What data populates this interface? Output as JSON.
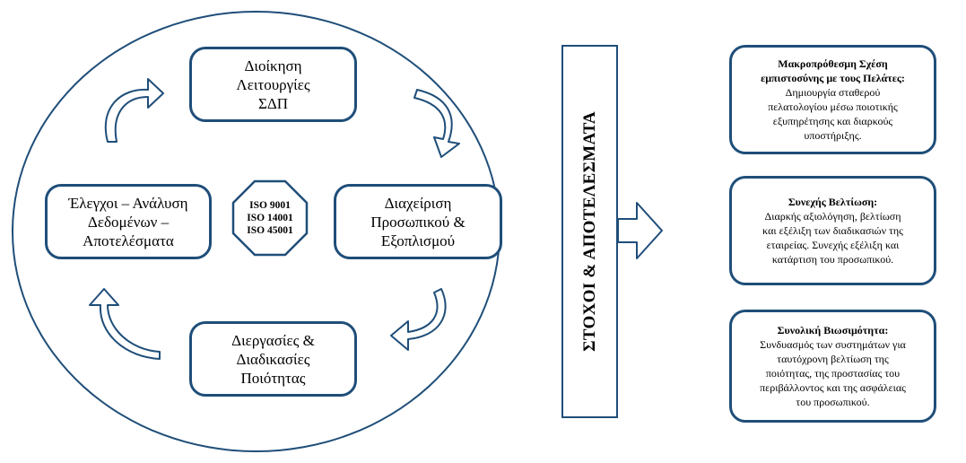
{
  "cycle": {
    "top": [
      "Διοίκηση",
      "Λειτουργίες",
      "ΣΔΠ"
    ],
    "right": [
      "Διαχείριση",
      "Προσωπικού &",
      "Εξοπλισμού"
    ],
    "bottom": [
      "Διεργασίες &",
      "Διαδικασίες",
      "Ποιότητας"
    ],
    "left": [
      "Έλεγχοι – Ανάλυση",
      "Δεδομένων –",
      "Αποτελέσματα"
    ]
  },
  "iso": [
    "ISO 9001",
    "ISO 14001",
    "ISO 45001"
  ],
  "goals_label": "ΣΤΟΧΟΙ & ΑΠΟΤΕΛΕΣΜΑΤΑ",
  "outcomes": [
    {
      "title": [
        "Μακροπρόθεσμη Σχέση",
        "εμπιστοσύνης με τους Πελάτες:"
      ],
      "body": [
        "Δημιουργία σταθερού",
        "πελατολογίου μέσω ποιοτικής",
        "εξυπηρέτησης και διαρκούς",
        "υποστήριξης."
      ]
    },
    {
      "title": [
        "Συνεχής Βελτίωση:"
      ],
      "body": [
        "Διαρκής αξιολόγηση, βελτίωση",
        "και εξέλιξη των διαδικασιών της",
        "εταιρείας. Συνεχής εξέλιξη και",
        "κατάρτιση του προσωπικού."
      ]
    },
    {
      "title": [
        "Συνολική Βιωσιμότητα:"
      ],
      "body": [
        "Συνδυασμός των συστημάτων για",
        "ταυτόχρονη βελτίωση της",
        "ποιότητας, της προστασίας του",
        "περιβάλλοντος και της ασφάλειας",
        "του προσωπικού."
      ]
    }
  ],
  "colors": {
    "stroke": "#1f4e79",
    "fill": "#ffffff",
    "text": "#000000"
  }
}
